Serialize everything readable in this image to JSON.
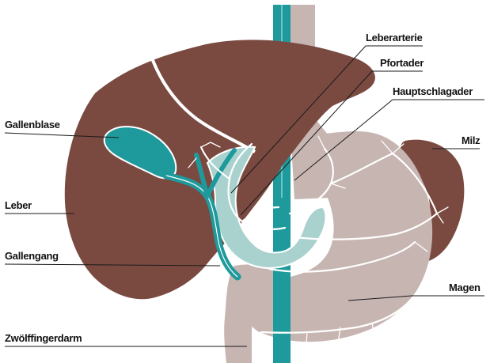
{
  "labels": {
    "leberarterie": "Leberarterie",
    "pfortader": "Pfortader",
    "hauptschlagader": "Hauptschlagader",
    "gallenblase": "Gallenblase",
    "milz": "Milz",
    "leber": "Leber",
    "gallengang": "Gallengang",
    "magen": "Magen",
    "zwoelffingerdarm": "Zwölffingerdarm"
  },
  "colors": {
    "liver": "#7a4a41",
    "stomach": "#c7b5b2",
    "duodenum": "#c7b5b2",
    "spleen": "#7a4a41",
    "aorta": "#1f9a9c",
    "portal_vein": "#a9d2cf",
    "gallbladder": "#1f9a9c",
    "esophagus": "#c7b5b2"
  }
}
